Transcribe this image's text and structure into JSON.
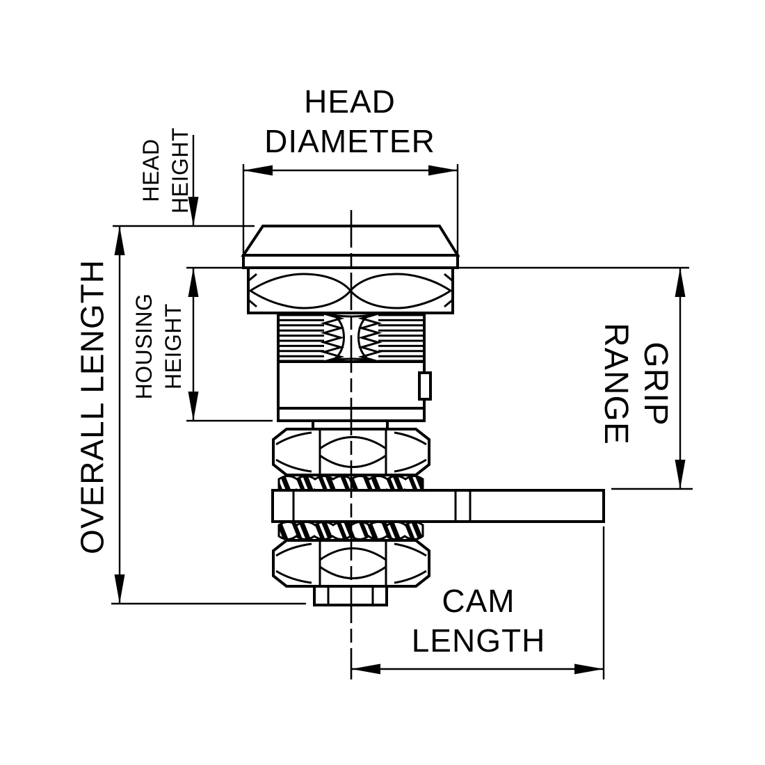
{
  "labels": {
    "head_diameter": {
      "line1": "HEAD",
      "line2": "DIAMETER"
    },
    "head_height": {
      "line1": "HEAD",
      "line2": "HEIGHT"
    },
    "housing_height": {
      "line1": "HOUSING",
      "line2": "HEIGHT"
    },
    "overall_length": {
      "line1": "OVERALL LENGTH"
    },
    "grip_range": {
      "line1": "GRIP",
      "line2": "RANGE"
    },
    "cam_length": {
      "line1": "CAM",
      "line2": "LENGTH"
    }
  },
  "colors": {
    "line": "#000000",
    "background": "#ffffff"
  }
}
